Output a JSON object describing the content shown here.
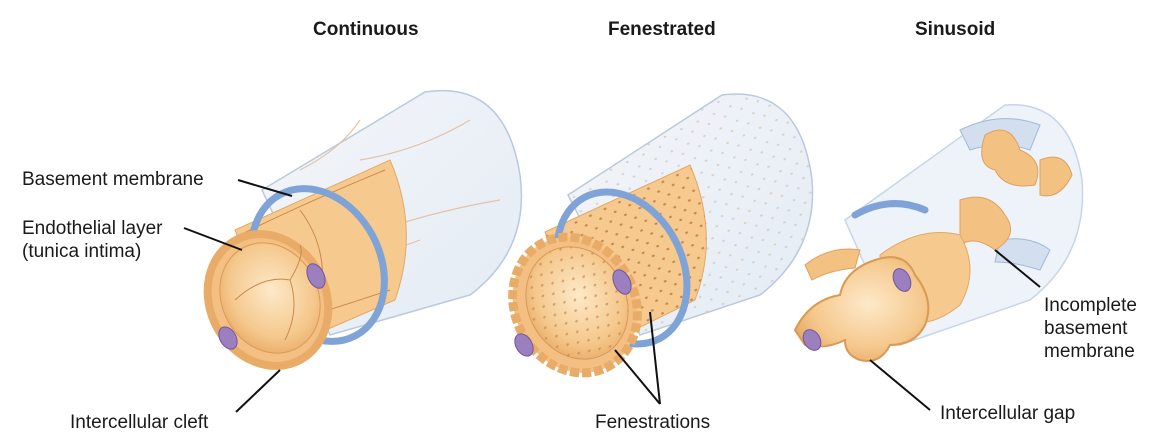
{
  "titles": {
    "continuous": "Continuous",
    "fenestrated": "Fenestrated",
    "sinusoid": "Sinusoid"
  },
  "labels": {
    "basement_membrane": "Basement membrane",
    "endothelial_layer": "Endothelial layer",
    "tunica_intima": "(tunica intima)",
    "intercellular_cleft": "Intercellular cleft",
    "fenestrations": "Fenestrations",
    "incomplete_basement_membrane": [
      "Incomplete",
      "basement",
      "membrane"
    ],
    "intercellular_gap": "Intercellular gap"
  },
  "colors": {
    "membrane_fill": "#dfe8f3",
    "membrane_edge": "#7fa3d6",
    "endothelium_fill": "#f6c98e",
    "endothelium_light": "#fbe3bf",
    "endothelium_edge": "#e6a866",
    "cell_border": "#c98a4a",
    "nucleus": "#9b7fbf",
    "leader_line": "#111111"
  }
}
